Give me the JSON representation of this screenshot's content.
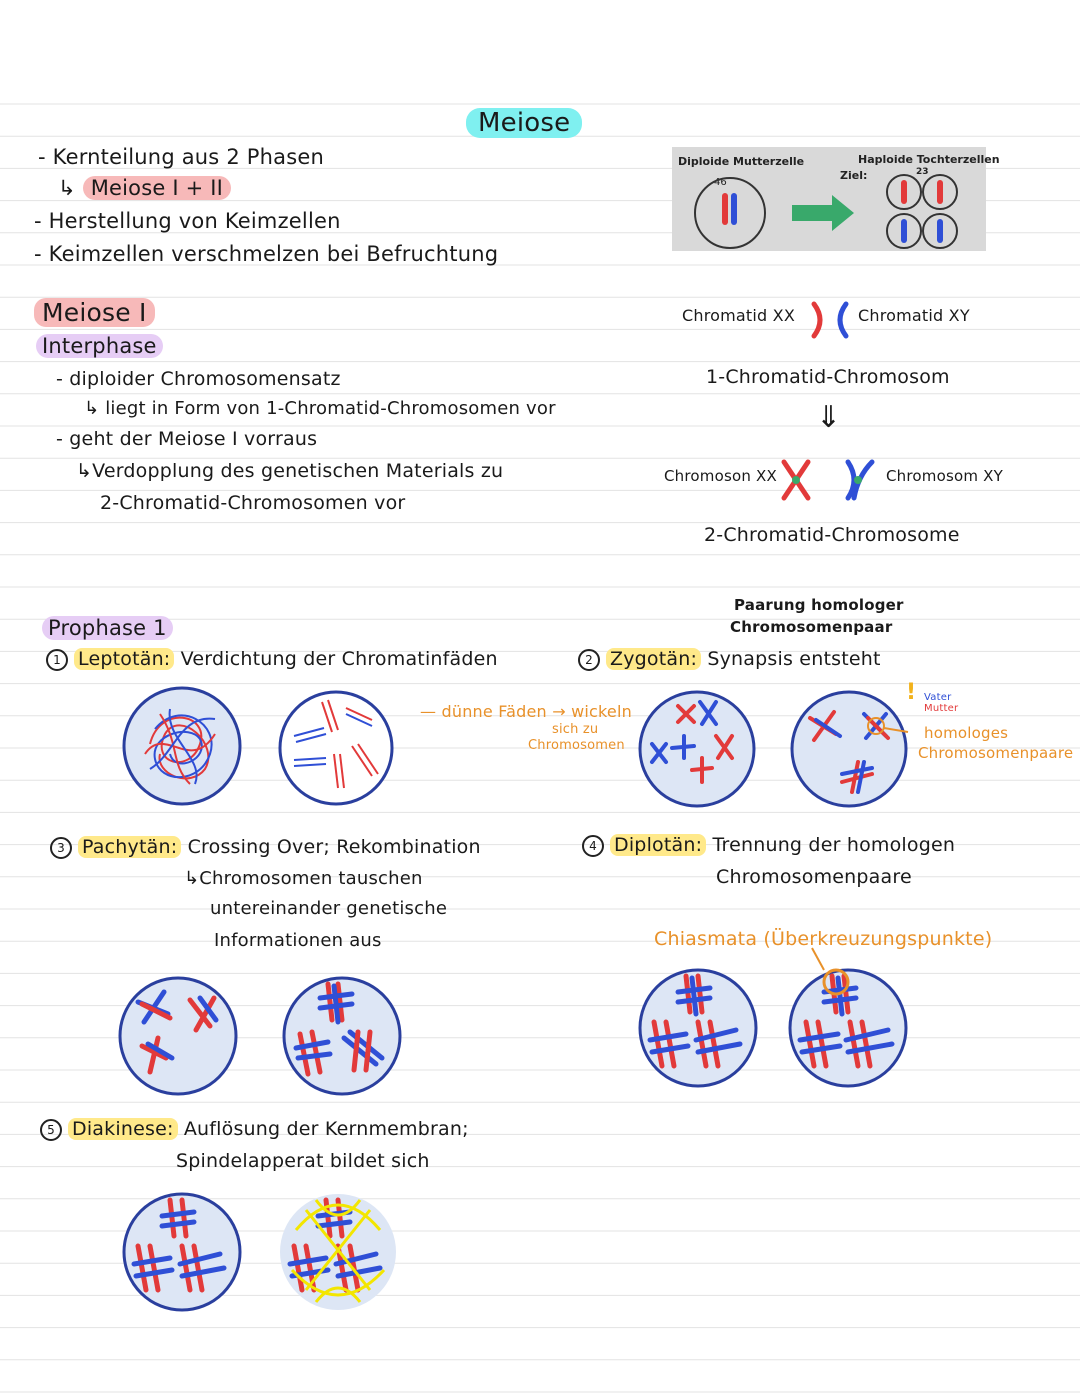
{
  "title": "Meiose",
  "intro": {
    "line1": "- Kernteilung aus 2 Phasen",
    "line2_arrow": "↳",
    "line2": "Meiose I + II",
    "line3": "- Herstellung von Keimzellen",
    "line4": "- Keimzellen verschmelzen bei Befruchtung"
  },
  "diagram": {
    "mother_label": "Diploide Mutterzelle",
    "mother_count": "46",
    "daughter_label": "Haploide Tochterzellen",
    "daughter_count": "23",
    "ziel": "Ziel:",
    "colors": {
      "red": "#e23a3a",
      "blue": "#2f4fd6",
      "arrow": "#39a96b"
    }
  },
  "chromatids": {
    "left": "Chromatid XX",
    "right": "Chromatid XY",
    "one": "1-Chromatid-Chromosom",
    "down_arrow": "⇓",
    "chrom_left": "Chromoson XX",
    "chrom_right": "Chromosom XY",
    "two": "2-Chromatid-Chromosome"
  },
  "meiose1": {
    "heading": "Meiose I",
    "interphase": "Interphase",
    "l1": "- diploider Chromosomensatz",
    "l2": "↳ liegt in Form von 1-Chromatid-Chromosomen vor",
    "l3": "- geht der Meiose I vorraus",
    "l4": "↳Verdopplung des genetischen Materials zu",
    "l5": "2-Chromatid-Chromosomen vor"
  },
  "prophase": {
    "heading": "Prophase 1",
    "s1_num": "1",
    "s1_name": "Leptotän:",
    "s1_text": "Verdichtung der Chromatinfäden",
    "s1_note1": "dünne Fäden",
    "s1_note2": "→ wickeln",
    "s1_note3": "sich zu",
    "s1_note4": "Chromosomen",
    "s2_top1": "Paarung homologer",
    "s2_top2": "Chromosomenpaar",
    "s2_num": "2",
    "s2_name": "Zygotän:",
    "s2_text": "Synapsis entsteht",
    "s2_note_bang": "!",
    "s2_note_vater": "Vater",
    "s2_note_mutter": "Mutter",
    "s2_note1": "homologes",
    "s2_note2": "Chromosomenpaare",
    "s3_num": "3",
    "s3_name": "Pachytän:",
    "s3_text": "Crossing Over; Rekombination",
    "s3_l2": "↳Chromosomen tauschen",
    "s3_l3": "untereinander genetische",
    "s3_l4": "Informationen aus",
    "s4_num": "4",
    "s4_name": "Diplotän:",
    "s4_text": "Trennung der homologen",
    "s4_l2": "Chromosomenpaare",
    "s4_chiasma": "Chiasmata (Überkreuzungspunkte)",
    "s5_num": "5",
    "s5_name": "Diakinese:",
    "s5_text": "Auflösung der Kernmembran;",
    "s5_l2": "Spindelapperat bildet sich"
  }
}
